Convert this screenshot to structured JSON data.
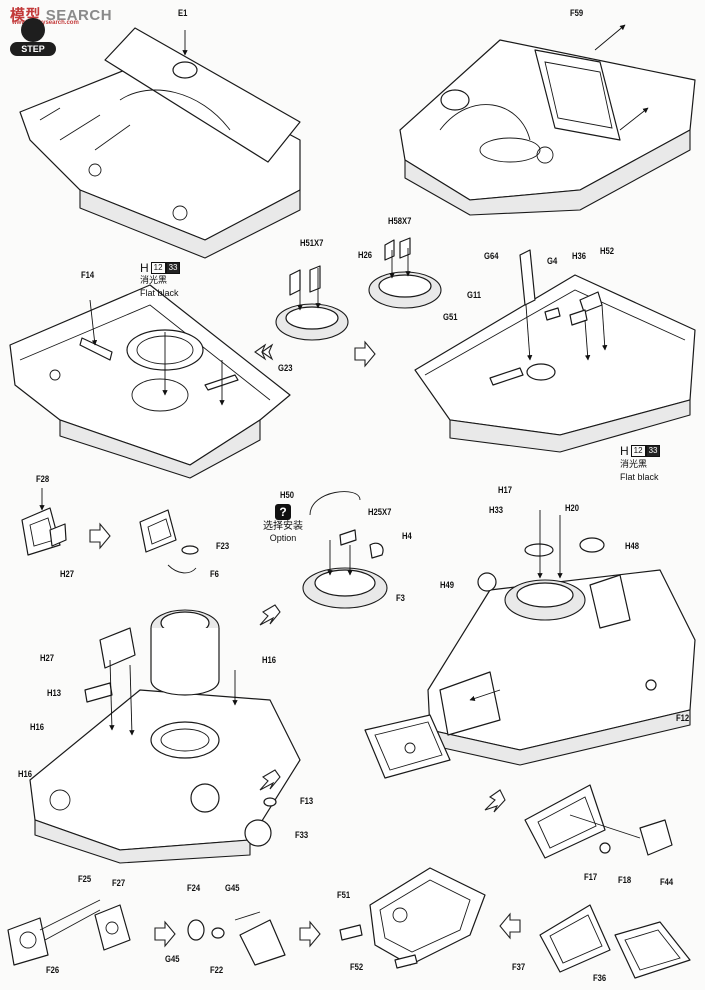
{
  "watermark": {
    "text": "SEARCH",
    "cn": "模型",
    "sub": "www.hobbysearch.com"
  },
  "step": {
    "word": "STEP",
    "number": ""
  },
  "paint": {
    "prefix": "H",
    "code1": "12",
    "code2": "33",
    "cn": "消光黑",
    "en": "Flat black"
  },
  "option": {
    "cn": "选择安装",
    "en": "Option",
    "icon": "question-icon"
  },
  "parts": {
    "E1": "E1",
    "F59": "F59",
    "H58X7": "H58X7",
    "H26": "H26",
    "H51X7": "H51X7",
    "F14": "F14",
    "G23": "G23",
    "G64": "G64",
    "G4": "G4",
    "H36": "H36",
    "H52": "H52",
    "G11": "G11",
    "G51": "G51",
    "F28": "F28",
    "H27": "H27",
    "F23": "F23",
    "F6": "F6",
    "H50": "H50",
    "H25X7": "H25X7",
    "H4": "H4",
    "F3": "F3",
    "H17": "H17",
    "H33": "H33",
    "H20": "H20",
    "H48": "H48",
    "H49": "H49",
    "F12": "F12",
    "H27b": "H27",
    "H16a": "H16",
    "H13": "H13",
    "H16b": "H16",
    "H16c": "H16",
    "F13": "F13",
    "F33": "F33",
    "F17": "F17",
    "F18": "F18",
    "F44": "F44",
    "F25": "F25",
    "F27": "F27",
    "F26": "F26",
    "F24": "F24",
    "G45a": "G45",
    "G45b": "G45",
    "F22": "F22",
    "F51": "F51",
    "F52": "F52",
    "F37": "F37",
    "F36": "F36"
  }
}
